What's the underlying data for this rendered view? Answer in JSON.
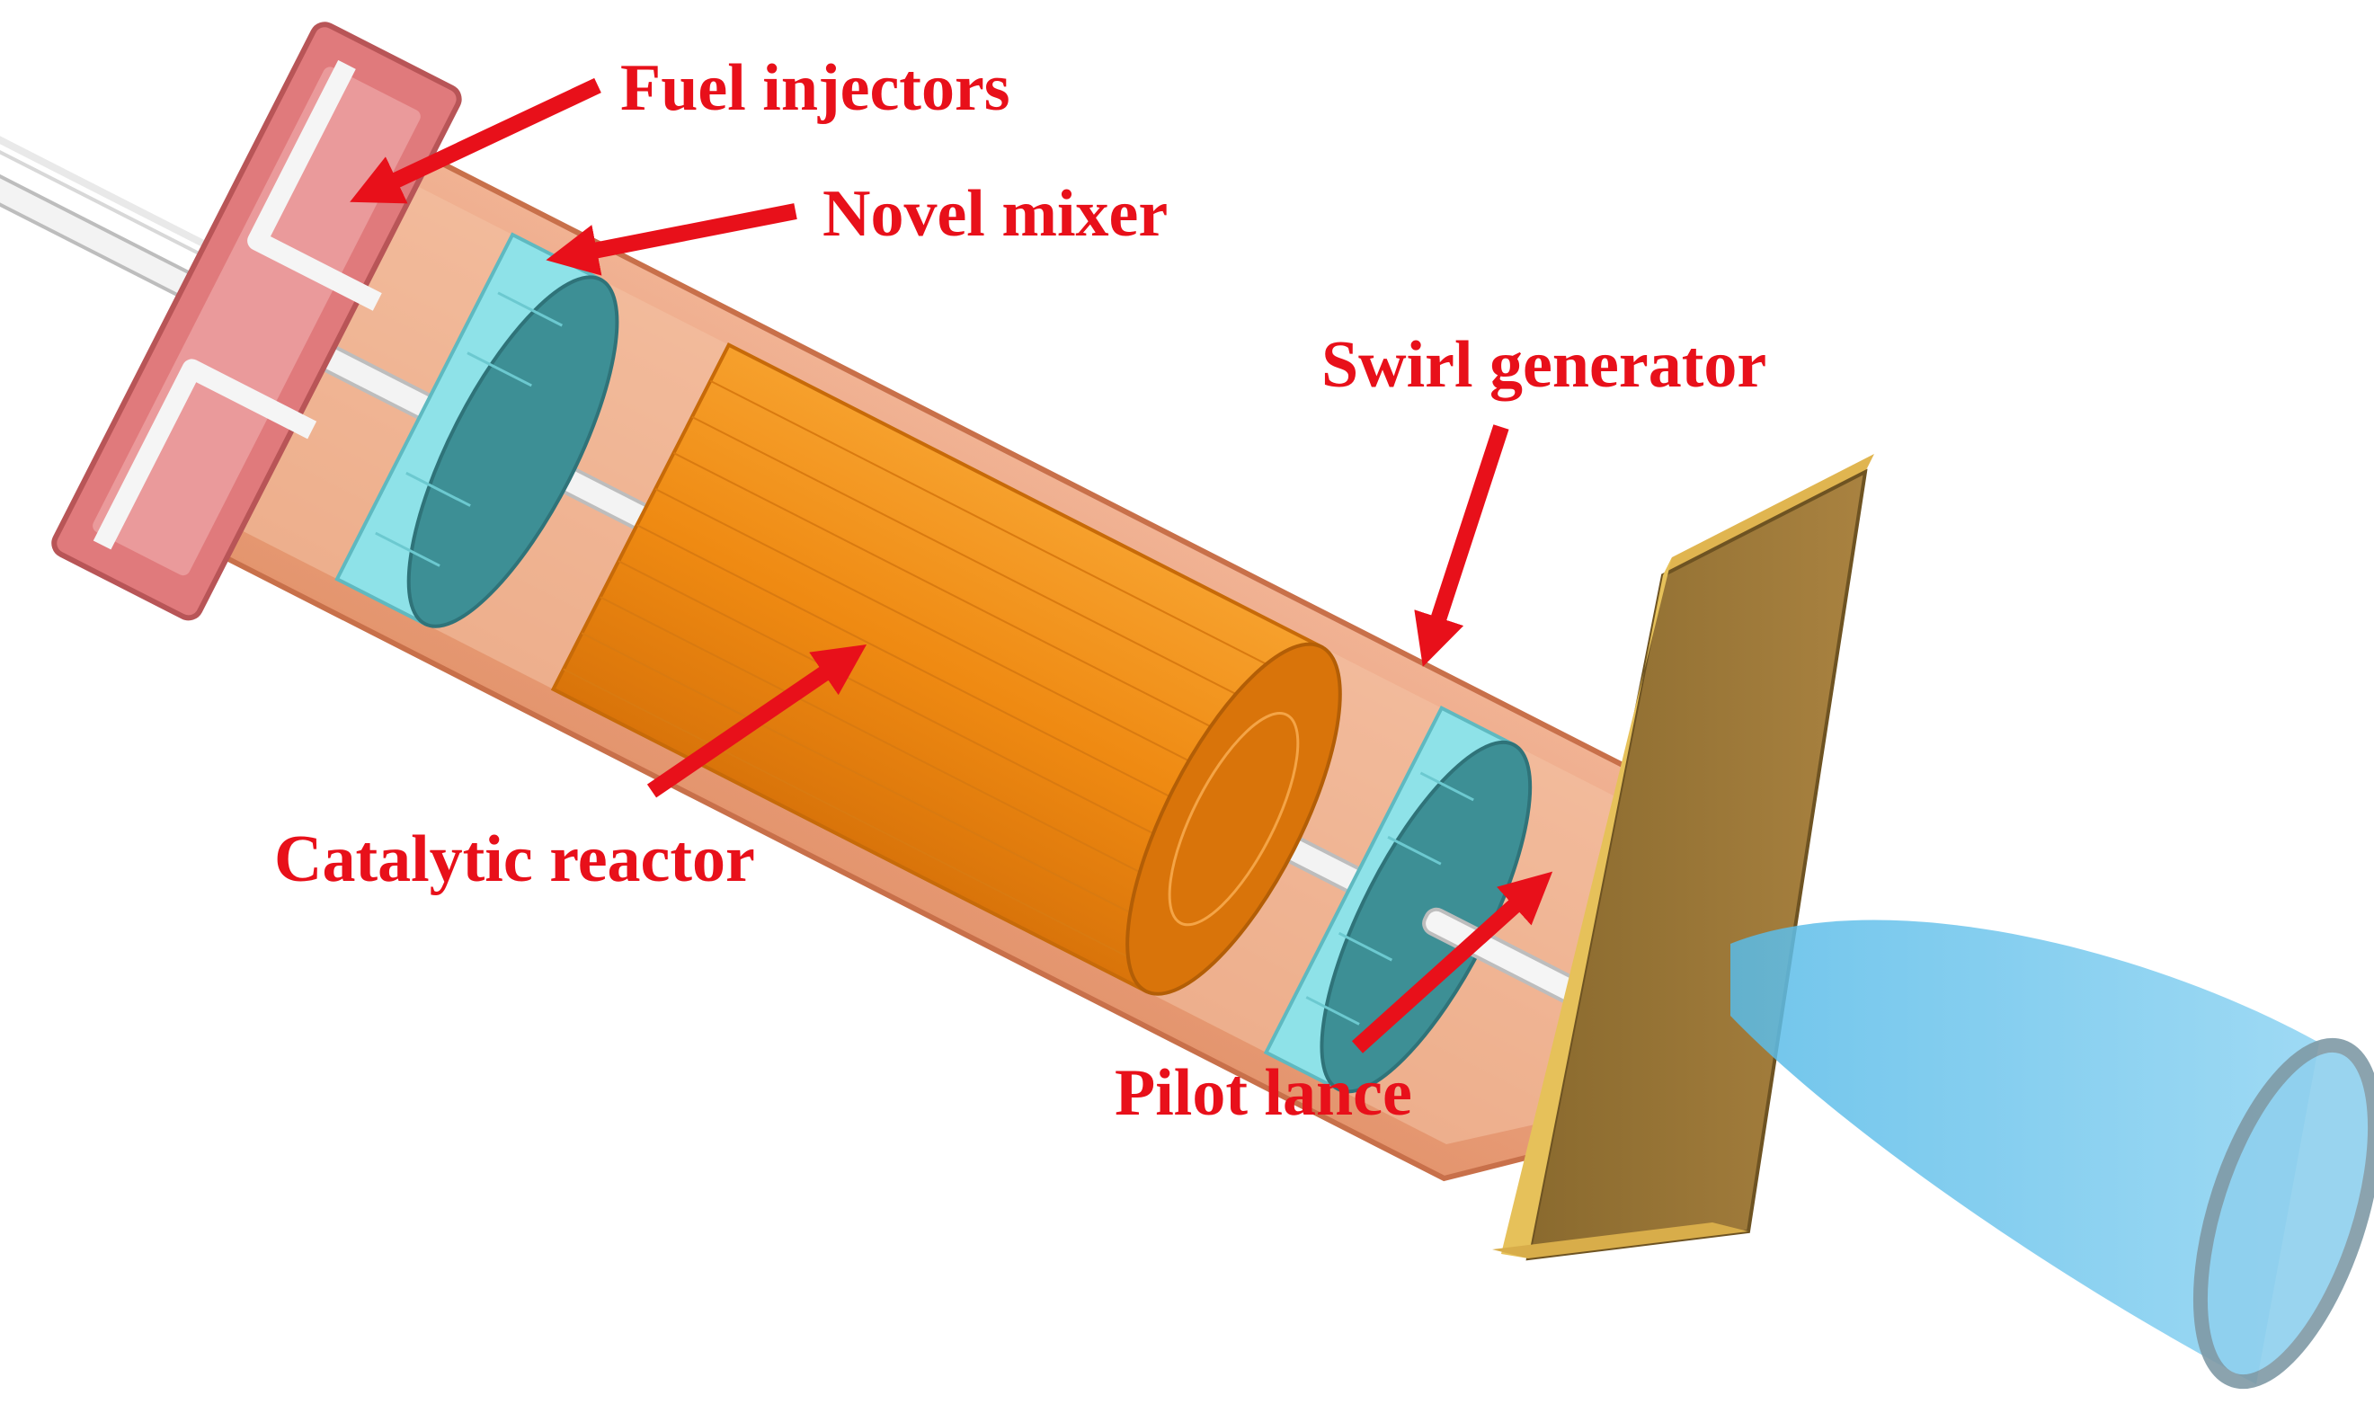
{
  "labels": {
    "fuel_injectors": "Fuel injectors",
    "novel_mixer": "Novel mixer",
    "swirl_generator": "Swirl generator",
    "catalytic_reactor": "Catalytic reactor",
    "pilot_lance": "Pilot lance"
  },
  "colors": {
    "label_red": "#e8101a",
    "arrow_red": "#e8101a",
    "housing_pink": "#e07a7c",
    "casing_salmon": "#eba98a",
    "reactor_orange": "#f08a14",
    "mixer_cyan": "#8ee2e8",
    "mixer_teal": "#3d8f95",
    "plate_gold": "#a07a3a",
    "flame_blue": "#5fc0ea",
    "lance_white": "#f3f3f3"
  }
}
